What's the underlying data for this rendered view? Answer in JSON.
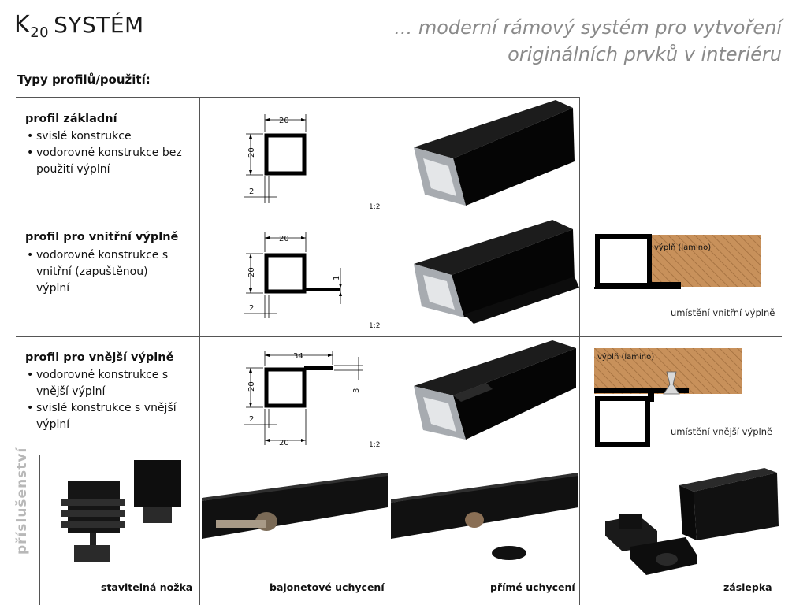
{
  "header": {
    "brand_k": "K",
    "brand_sub": "20",
    "brand_word": "SYSTÉM",
    "tagline_line1": "... moderní rámový systém pro vytvoření",
    "tagline_line2": "originálních prvků  v interiéru"
  },
  "section_heading": "Typy profilů/použití:",
  "profiles": [
    {
      "title": "profil základní",
      "bullets": [
        "svislé konstrukce",
        "vodorovné konstrukce bez použití výplní"
      ],
      "dims": {
        "width": "20",
        "height": "20",
        "wall": "2"
      },
      "scale": "1:2"
    },
    {
      "title": "profil pro vnitřní výplně",
      "bullets": [
        "vodorovné konstrukce s vnitřní (zapuštěnou) výplní"
      ],
      "dims": {
        "width": "20",
        "height": "20",
        "wall": "2",
        "flange": "1"
      },
      "scale": "1:2",
      "fill_label": "výplň (lamino)",
      "caption": "umístění vnitřní výplně"
    },
    {
      "title": "profil pro vnější výplně",
      "bullets": [
        "vodorovné konstrukce s vnější výplní",
        "svislé konstrukce s vnější výplní"
      ],
      "dims": {
        "top_width": "34",
        "height": "20",
        "wall": "2",
        "flange": "3",
        "bottom_width": "20"
      },
      "scale": "1:2",
      "fill_label": "výplň (lamino)",
      "caption": "umístění vnější výplně"
    }
  ],
  "accessories": {
    "section_label": "příslušenství",
    "items": [
      {
        "label": "stavitelná nožka"
      },
      {
        "label": "bajonetové uchycení"
      },
      {
        "label": "přímé uchycení"
      },
      {
        "label": "záslepka"
      }
    ]
  },
  "colors": {
    "profile": "#0a0a0a",
    "aluminium": "#b9bcc0",
    "wood": "#c8915b",
    "accent_grey": "#8a8a8a"
  }
}
